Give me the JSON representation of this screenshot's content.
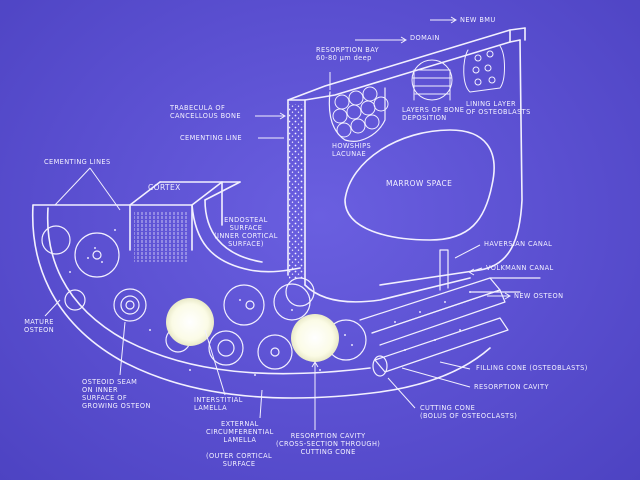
{
  "labels": {
    "resorption_bay": [
      "RESORPTION BAY",
      "60-80 µm deep"
    ],
    "domain": "DOMAIN",
    "new_bmu": "NEW BMU",
    "trabecula": [
      "TRABECULA OF",
      "CANCELLOUS BONE"
    ],
    "cementing_line_top": "CEMENTING LINE",
    "howships": [
      "HOWSHIPS",
      "LACUNAE"
    ],
    "layers_bone": [
      "LAYERS OF BONE",
      "DEPOSITION"
    ],
    "lining_layer": [
      "LINING LAYER",
      "OF OSTEOBLASTS"
    ],
    "marrow_space": "MARROW SPACE",
    "cementing_lines": "CEMENTING LINES",
    "cortex": "CORTEX",
    "endosteal": [
      "ENDOSTEAL",
      "SURFACE",
      "(INNER CORTICAL",
      "SURFACE)"
    ],
    "haversian": "HAVERSIAN CANAL",
    "volkmann": "VOLKMANN CANAL",
    "new_osteon": "NEW OSTEON",
    "mature_osteon": [
      "MATURE",
      "OSTEON"
    ],
    "filling_cone": "FILLING CONE (OSTEOBLASTS)",
    "resorption_cavity_right": "RESORPTION CAVITY",
    "cutting_cone": [
      "CUTTING CONE",
      "(BOLUS OF OSTEOCLASTS)"
    ],
    "osteoid_seam": [
      "OSTEOID SEAM",
      "ON INNER",
      "SURFACE OF",
      "GROWING OSTEON"
    ],
    "interstitial": [
      "INTERSTITIAL",
      "LAMELLA"
    ],
    "external_lamella": [
      "EXTERNAL",
      "CIRCUMFERENTIAL",
      "LAMELLA"
    ],
    "outer_cortical": [
      "(OUTER CORTICAL",
      "SURFACE"
    ],
    "resorption_cavity_bottom": [
      "RESORPTION CAVITY",
      "(CROSS-SECTION THROUGH)",
      "CUTTING CONE"
    ]
  },
  "colors": {
    "background": "#5a4fd0",
    "ink": "#f2f0ff",
    "bolus": "#fbfbe6"
  }
}
